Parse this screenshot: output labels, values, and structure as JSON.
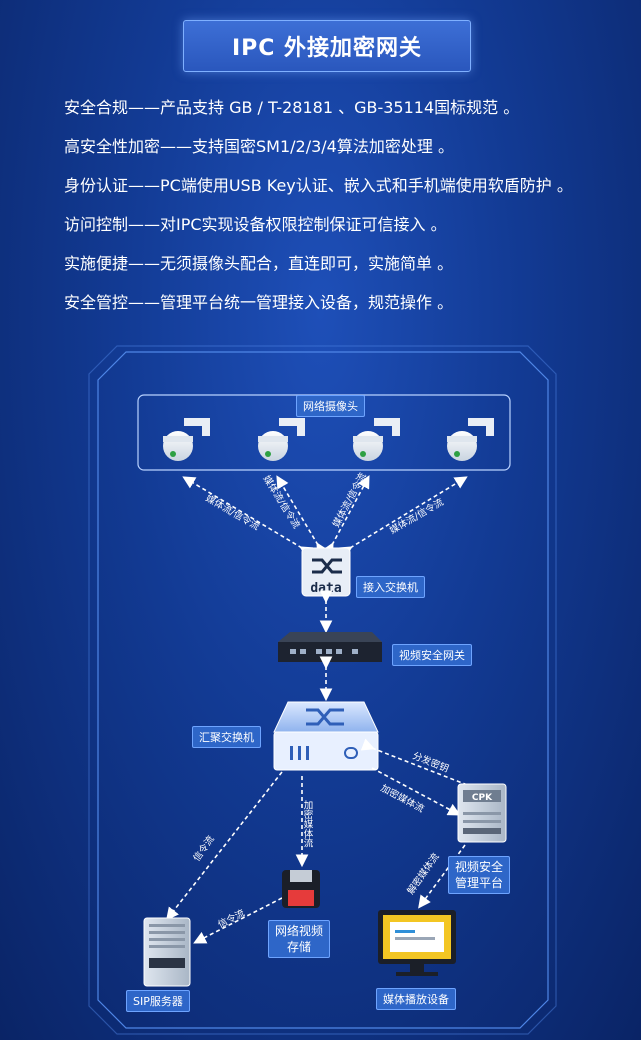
{
  "title": "IPC 外接加密网关",
  "features": [
    "安全合规——产品支持 GB / T-28181 、GB-35114国标规范 。",
    "高安全性加密——支持国密SM1/2/3/4算法加密处理 。",
    "身份认证——PC端使用USB Key认证、嵌入式和手机端使用软盾防护 。",
    "访问控制——对IPC实现设备权限控制保证可信接入 。",
    "实施便捷——无须摄像头配合，直连即可，实施简单 。",
    "安全管控——管理平台统一管理接入设备，规范操作 。"
  ],
  "diagram": {
    "cameras_label": "网络摄像头",
    "switch_icon_text": "data",
    "access_switch": "接入交换机",
    "gateway": "视频安全网关",
    "aggregation_switch": "汇聚交换机",
    "mgmt_platform_line1": "视频安全",
    "mgmt_platform_line2": "管理平台",
    "storage_line1": "网络视频",
    "storage_line2": "存储",
    "sip_server": "SIP服务器",
    "media_player": "媒体播放设备",
    "mgmt_logo": "CPK",
    "edge_labels": {
      "media_signal": "媒体流/信令流",
      "encrypted_media": "加密媒体流",
      "signal": "信令流",
      "distribute_key": "分发密钥",
      "decrypt_media": "解密媒体流"
    }
  },
  "colors": {
    "background": "#123a93",
    "accent": "#6ea4ff",
    "panel": "#2e66c8"
  }
}
